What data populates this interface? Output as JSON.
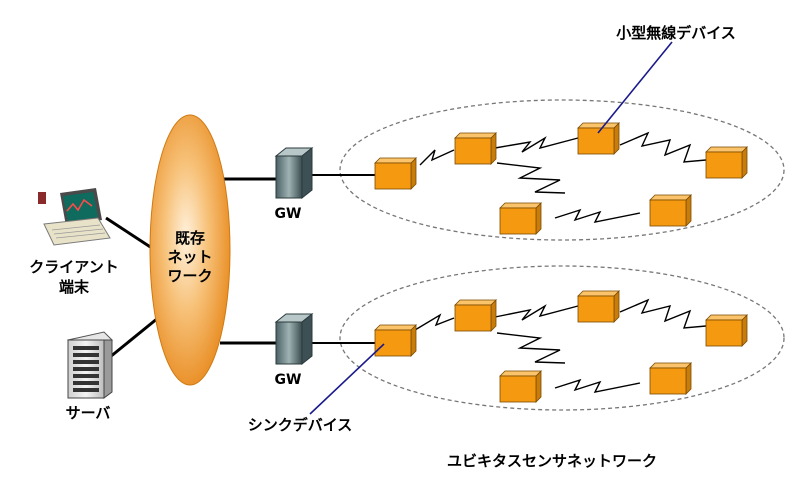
{
  "labels": {
    "client": [
      "クライアント",
      "端末"
    ],
    "server": "サーバ",
    "network": [
      "既存",
      "ネット",
      "ワーク"
    ],
    "gateway": "GW",
    "small_device": "小型無線デバイス",
    "sink_device": "シンクデバイス",
    "ubiquitous_network": "ユビキタスセンサネットワーク"
  },
  "colors": {
    "device_fill": "#f59a10",
    "device_side": "#c87d0b",
    "ellipse_stroke": "#777777",
    "network_orange": "#f3a03c",
    "link": "#000000",
    "callout": "#1a1a8c"
  },
  "icons": {
    "client": "laptop-icon",
    "server": "server-icon",
    "gateway": "gateway-icon",
    "device": "sensor-device-icon"
  }
}
